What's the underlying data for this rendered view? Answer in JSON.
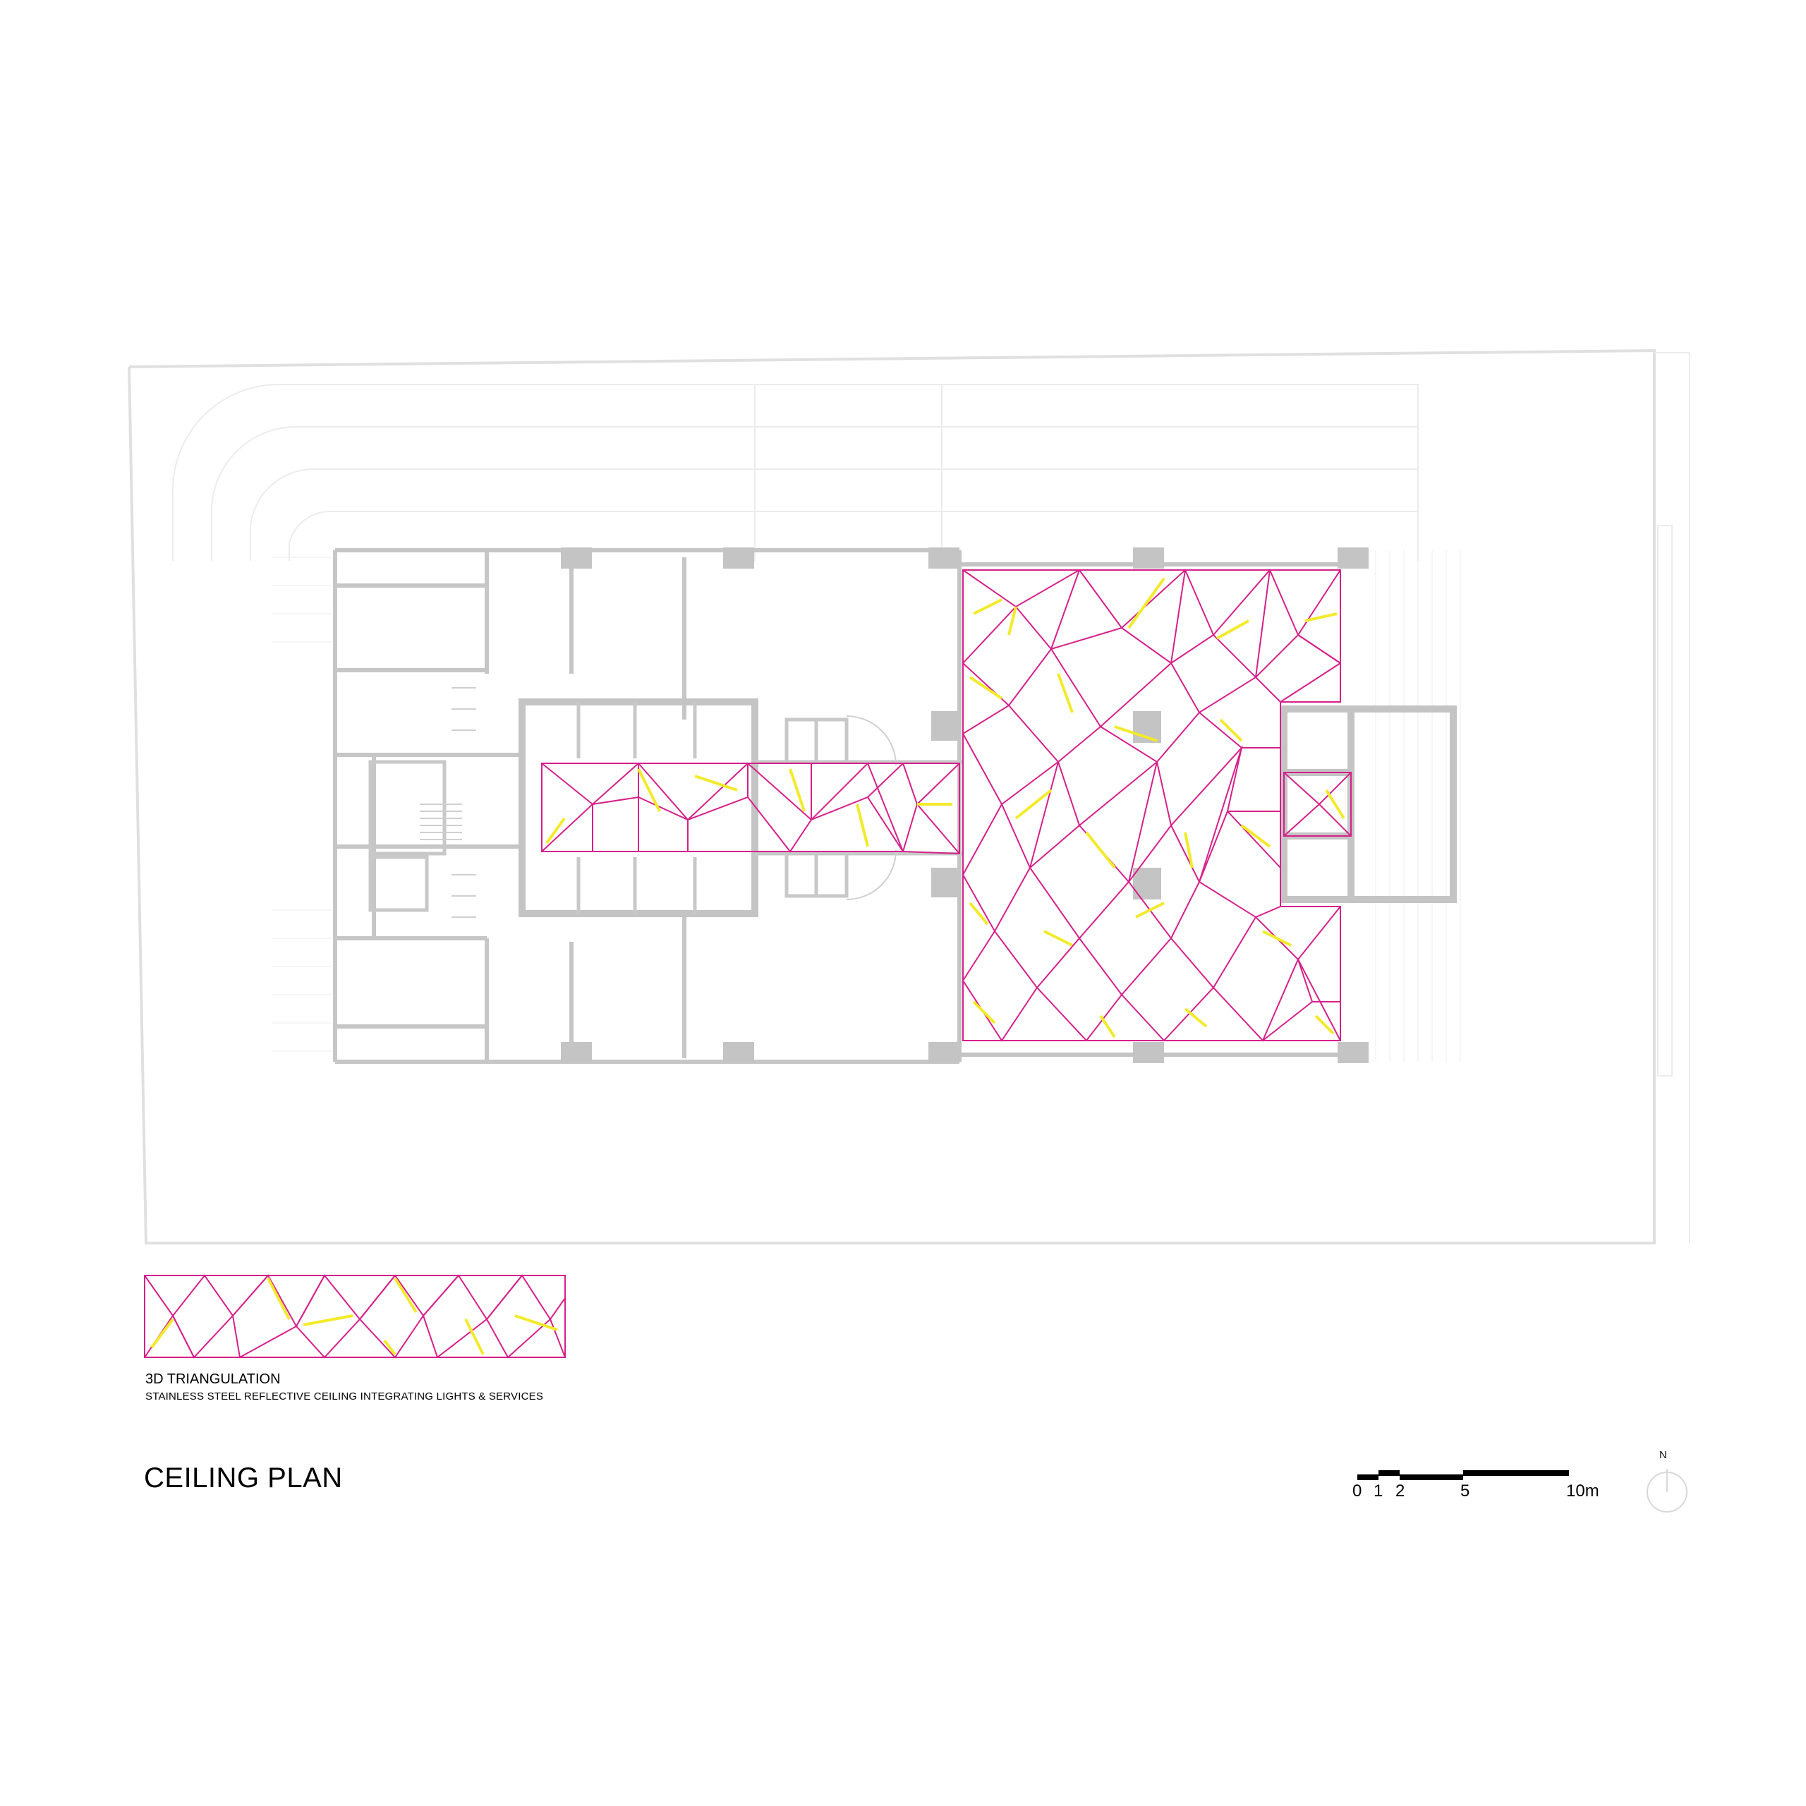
{
  "title": "CEILING PLAN",
  "legend": {
    "title": "3D TRIANGULATION",
    "subtitle": "STAINLESS STEEL REFLECTIVE CEILING INTEGRATING LIGHTS & SERVICES"
  },
  "scale_bar": {
    "ticks": [
      "0",
      "1",
      "2",
      "5",
      "10m"
    ]
  },
  "north_label": "N",
  "colors": {
    "wall": "#c8c8c8",
    "outline": "#e2e2e2",
    "triangle_edge": "#d6208a",
    "highlight_edge": "#f3ea2b",
    "text": "#000000"
  }
}
